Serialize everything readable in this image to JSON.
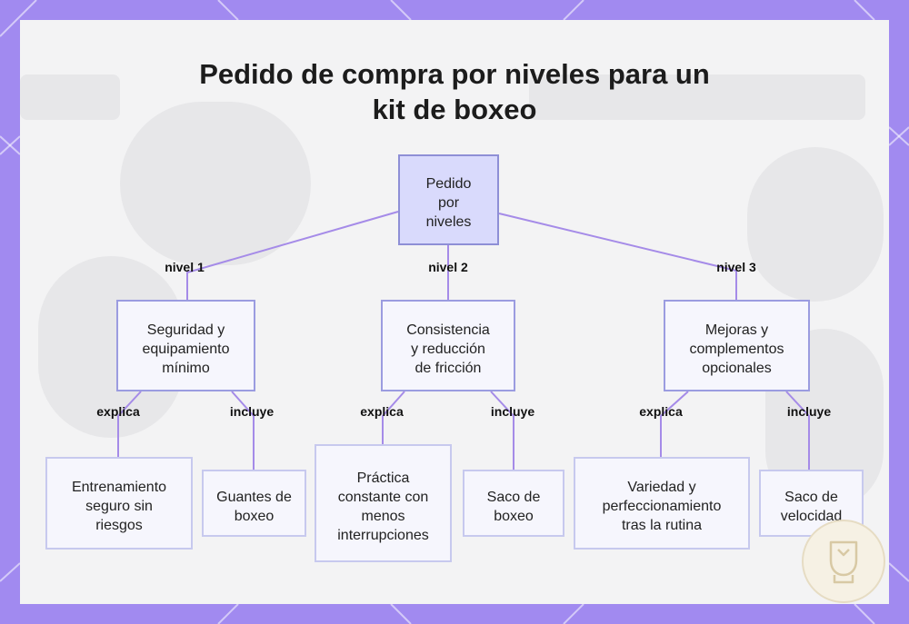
{
  "title": {
    "line1": "Pedido de compra por niveles para un",
    "line2": "kit de boxeo"
  },
  "colors": {
    "frame": "#a18af0",
    "connector": "#a58be8",
    "root_fill": "#d9dafc",
    "node_fill": "#f6f6fd"
  },
  "root": {
    "line1": "Pedido",
    "line2": "por",
    "line3": "niveles"
  },
  "levels": [
    {
      "edge_label": "nivel 1",
      "node": {
        "line1": "Seguridad y",
        "line2": "equipamiento",
        "line3": "mínimo"
      },
      "left_label": "explica",
      "left": {
        "line1": "Entrenamiento",
        "line2": "seguro sin",
        "line3": "riesgos"
      },
      "right_label": "incluye",
      "right": {
        "line1": "Guantes de",
        "line2": "boxeo"
      }
    },
    {
      "edge_label": "nivel 2",
      "node": {
        "line1": "Consistencia",
        "line2": "y reducción",
        "line3": "de fricción"
      },
      "left_label": "explica",
      "left": {
        "line1": "Práctica",
        "line2": "constante con",
        "line3": "menos",
        "line4": "interrupciones"
      },
      "right_label": "incluye",
      "right": {
        "line1": "Saco de",
        "line2": "boxeo"
      }
    },
    {
      "edge_label": "nivel 3",
      "node": {
        "line1": "Mejoras y",
        "line2": "complementos",
        "line3": "opcionales"
      },
      "left_label": "explica",
      "left": {
        "line1": "Variedad y",
        "line2": "perfeccionamiento",
        "line3": "tras la rutina"
      },
      "right_label": "incluye",
      "right": {
        "line1": "Saco de",
        "line2": "velocidad"
      }
    }
  ],
  "badge_icon": "boxing-glove-icon"
}
